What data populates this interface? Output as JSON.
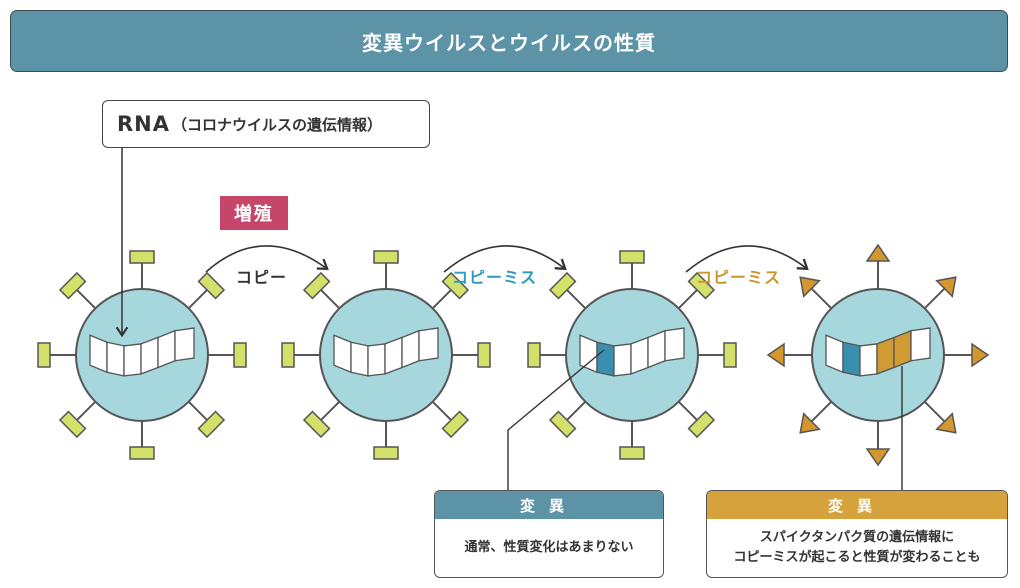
{
  "title": "変異ウイルスとウイルスの性質",
  "rna_label": {
    "main": "RNA",
    "sub": "（コロナウイルスの遺伝情報）"
  },
  "badge": "増殖",
  "steps": [
    {
      "label": "コピー",
      "color": "#333333"
    },
    {
      "label": "コピーミス",
      "color": "#2b9bbf"
    },
    {
      "label": "コピーミス",
      "color": "#c9962c"
    }
  ],
  "colors": {
    "virus_body": "#a6d7dd",
    "spike": "#d3e06a",
    "rna_blue": "#3a8fb0",
    "rna_gold": "#d09a34",
    "arrow_spike": "#d4972e",
    "note1_header": "#5c93a6",
    "note2_header": "#d6a23c"
  },
  "notes": [
    {
      "header": "変異",
      "body": "通常、性質変化はあまりない"
    },
    {
      "header": "変異",
      "body_lines": [
        "スパイクタンパク質の遺伝情報に",
        "コピーミスが起こると性質が変わることも"
      ]
    }
  ]
}
